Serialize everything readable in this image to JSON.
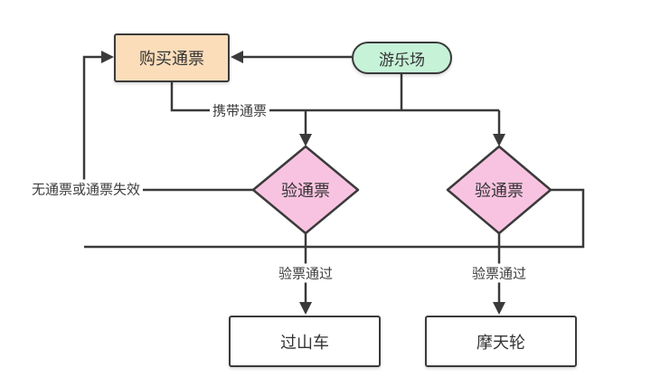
{
  "diagram": {
    "type": "flowchart",
    "nodes": {
      "buy_pass": {
        "label": "购买通票",
        "shape": "rectangle",
        "fill": "#fcddba"
      },
      "park": {
        "label": "游乐场",
        "shape": "rounded-rectangle",
        "fill": "#c6f2d8"
      },
      "check_left": {
        "label": "验通票",
        "shape": "diamond",
        "fill": "#f8c3e1"
      },
      "check_right": {
        "label": "验通票",
        "shape": "diamond",
        "fill": "#f8c3e1"
      },
      "coaster": {
        "label": "过山车",
        "shape": "rectangle",
        "fill": "#ffffff"
      },
      "ferris": {
        "label": "摩天轮",
        "shape": "rectangle",
        "fill": "#ffffff"
      }
    },
    "edge_labels": {
      "carry_pass": "携带通票",
      "no_pass": "无通票或通票失效",
      "pass_ok_left": "验票通过",
      "pass_ok_right": "验票通过"
    },
    "edges": [
      {
        "from": "park",
        "to": "buy_pass",
        "label": ""
      },
      {
        "from": "buy_pass",
        "to": "check_left",
        "label": "携带通票"
      },
      {
        "from": "park",
        "to": "check_left",
        "label": "携带通票"
      },
      {
        "from": "park",
        "to": "check_right",
        "label": "携带通票"
      },
      {
        "from": "check_left",
        "to": "buy_pass",
        "label": "无通票或通票失效"
      },
      {
        "from": "check_right",
        "to": "buy_pass",
        "label": "无通票或通票失效"
      },
      {
        "from": "check_left",
        "to": "coaster",
        "label": "验票通过"
      },
      {
        "from": "check_right",
        "to": "ferris",
        "label": "验票通过"
      }
    ],
    "colors": {
      "line": "#3a3a3a",
      "text": "#333333",
      "background": "#ffffff"
    }
  }
}
